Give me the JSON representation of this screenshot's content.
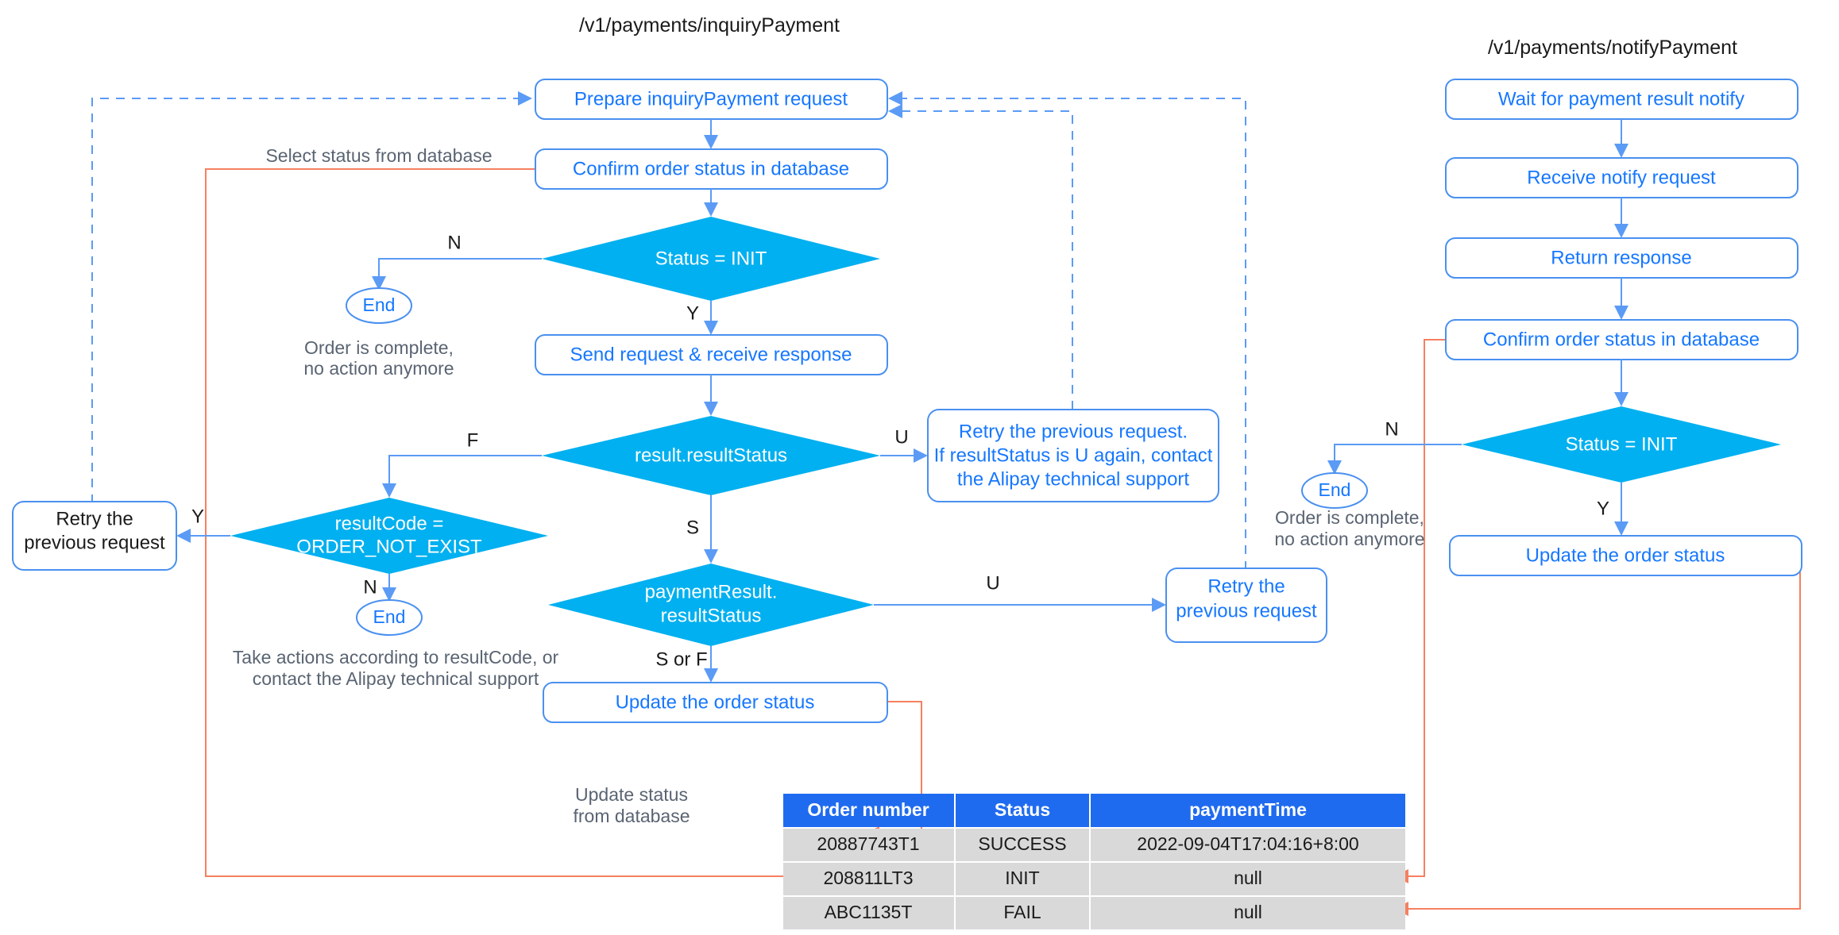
{
  "lanes": [
    {
      "title": "/v1/payments/inquiryPayment"
    },
    {
      "title": "/v1/payments/notifyPayment"
    }
  ],
  "inquiry_flow": {
    "prepare": "Prepare inquiryPayment request",
    "confirm": "Confirm order status in database",
    "status_init": "Status = INIT",
    "send_request": "Send request & receive response",
    "result_status": "result.resultStatus",
    "retry_contact_l1": "Retry the previous request.",
    "retry_contact_l2": "If resultStatus is U again, contact",
    "retry_contact_l3": "the Alipay technical support",
    "result_code_l1": "resultCode =",
    "result_code_l2": "ORDER_NOT_EXIST",
    "retry_left_l1": "Retry the",
    "retry_left_l2": "previous request",
    "payment_result_l1": "paymentResult.",
    "payment_result_l2": "resultStatus",
    "retry_right_l1": "Retry the",
    "retry_right_l2": "previous request",
    "update_order": "Update the order status",
    "end_1": "End",
    "end_2": "End"
  },
  "notify_flow": {
    "wait": "Wait for payment result notify",
    "receive": "Receive notify request",
    "return_response": "Return response",
    "confirm": "Confirm order status in database",
    "status_init": "Status = INIT",
    "update_order": "Update the order status",
    "end": "End"
  },
  "edge_labels": {
    "n1": "N",
    "y1": "Y",
    "f1": "F",
    "u1": "U",
    "s1": "S",
    "y2": "Y",
    "n2": "N",
    "u2": "U",
    "sorf": "S or F",
    "n3": "N",
    "y3": "Y"
  },
  "notes": {
    "select_status": "Select status from database",
    "order_complete_l1": "Order is complete,",
    "order_complete_l2": "no action anymore",
    "take_actions_l1": "Take actions according to resultCode, or",
    "take_actions_l2": "contact the Alipay technical support",
    "update_status_l1": "Update status",
    "update_status_l2": "from database",
    "order_complete_r1": "Order is complete,",
    "order_complete_r2": "no action anymore"
  },
  "table": {
    "headers": [
      "Order number",
      "Status",
      "paymentTime"
    ],
    "rows": [
      [
        "20887743T1",
        "SUCCESS",
        "2022-09-04T17:04:16+8:00"
      ],
      [
        "208811LT3",
        "INIT",
        "null"
      ],
      [
        "ABC1135T",
        "FAIL",
        "null"
      ]
    ]
  },
  "colors": {
    "diamond_fill": "#00b0f0",
    "node_stroke": "#4a90f0",
    "node_text": "#1677ff",
    "edge_blue": "#5b9bf5",
    "edge_orange": "#f58060",
    "table_header": "#1f6bf0",
    "table_row": "#d9d9d9"
  }
}
